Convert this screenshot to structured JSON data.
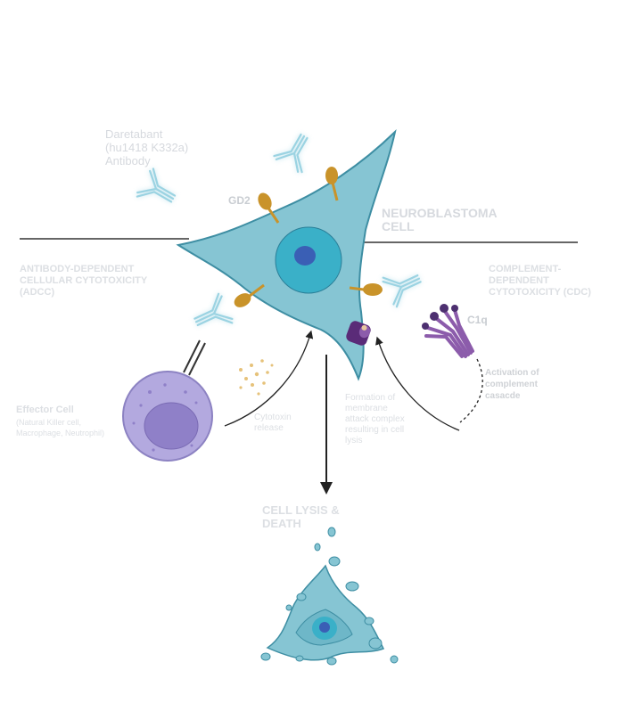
{
  "labels": {
    "antibody": [
      "Daretabant",
      "(hu1418 K332a)",
      "Antibody"
    ],
    "gd2": "GD2",
    "neuroblastoma": [
      "NEUROBLASTOMA",
      "CELL"
    ],
    "adcc": [
      "ANTIBODY-DEPENDENT",
      "CELLULAR CYTOTOXICITY",
      "(ADCC)"
    ],
    "cdc": [
      "COMPLEMENT-",
      "DEPENDENT",
      "CYTOTOXICITY (CDC)"
    ],
    "c1q": "C1q",
    "activation": [
      "Activation of",
      "complement",
      "casacde"
    ],
    "effector_title": "Effector Cell",
    "effector_sub": [
      "(Natural Killer cell,",
      "Macrophage, Neutrophil)"
    ],
    "cytotoxin": [
      "Cytotoxin",
      "release"
    ],
    "mac": [
      "Formation of",
      "membrane",
      "attack complex",
      "resulting in cell",
      "lysis"
    ],
    "lysis": [
      "CELL LYSIS &",
      "DEATH"
    ]
  },
  "colors": {
    "cell_fill": "#86c5d3",
    "cell_stroke": "#3e8ea3",
    "nucleus": "#3ab0c8",
    "nucleolus": "#3a5fb5",
    "gd2": "#c9932a",
    "antibody": "#9bd3e2",
    "effector": "#b3a9df",
    "effector_nucleus": "#8f80c8",
    "c1q": "#8c5cab",
    "mac": "#5a2b78",
    "arrow": "#222222"
  }
}
